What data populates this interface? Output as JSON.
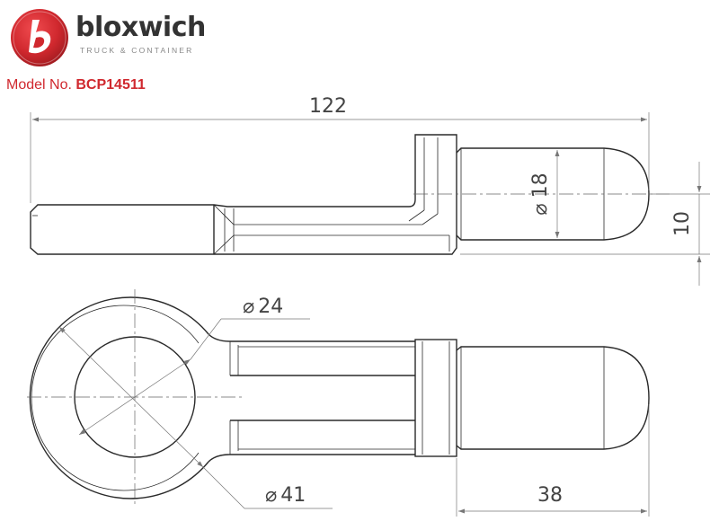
{
  "brand": {
    "name": "bloxwich",
    "tagline": "TRUCK & CONTAINER",
    "accent_color": "#d0282e"
  },
  "model": {
    "prefix": "Model No.",
    "number": "BCP14511"
  },
  "dimensions": {
    "overall_length": "122",
    "pin_diameter": "18",
    "pin_offset": "10",
    "eye_inner_diameter": "24",
    "eye_outer_diameter": "41",
    "pin_length": "38",
    "diameter_symbol": "⌀"
  },
  "views": [
    "side-view",
    "top-view"
  ]
}
